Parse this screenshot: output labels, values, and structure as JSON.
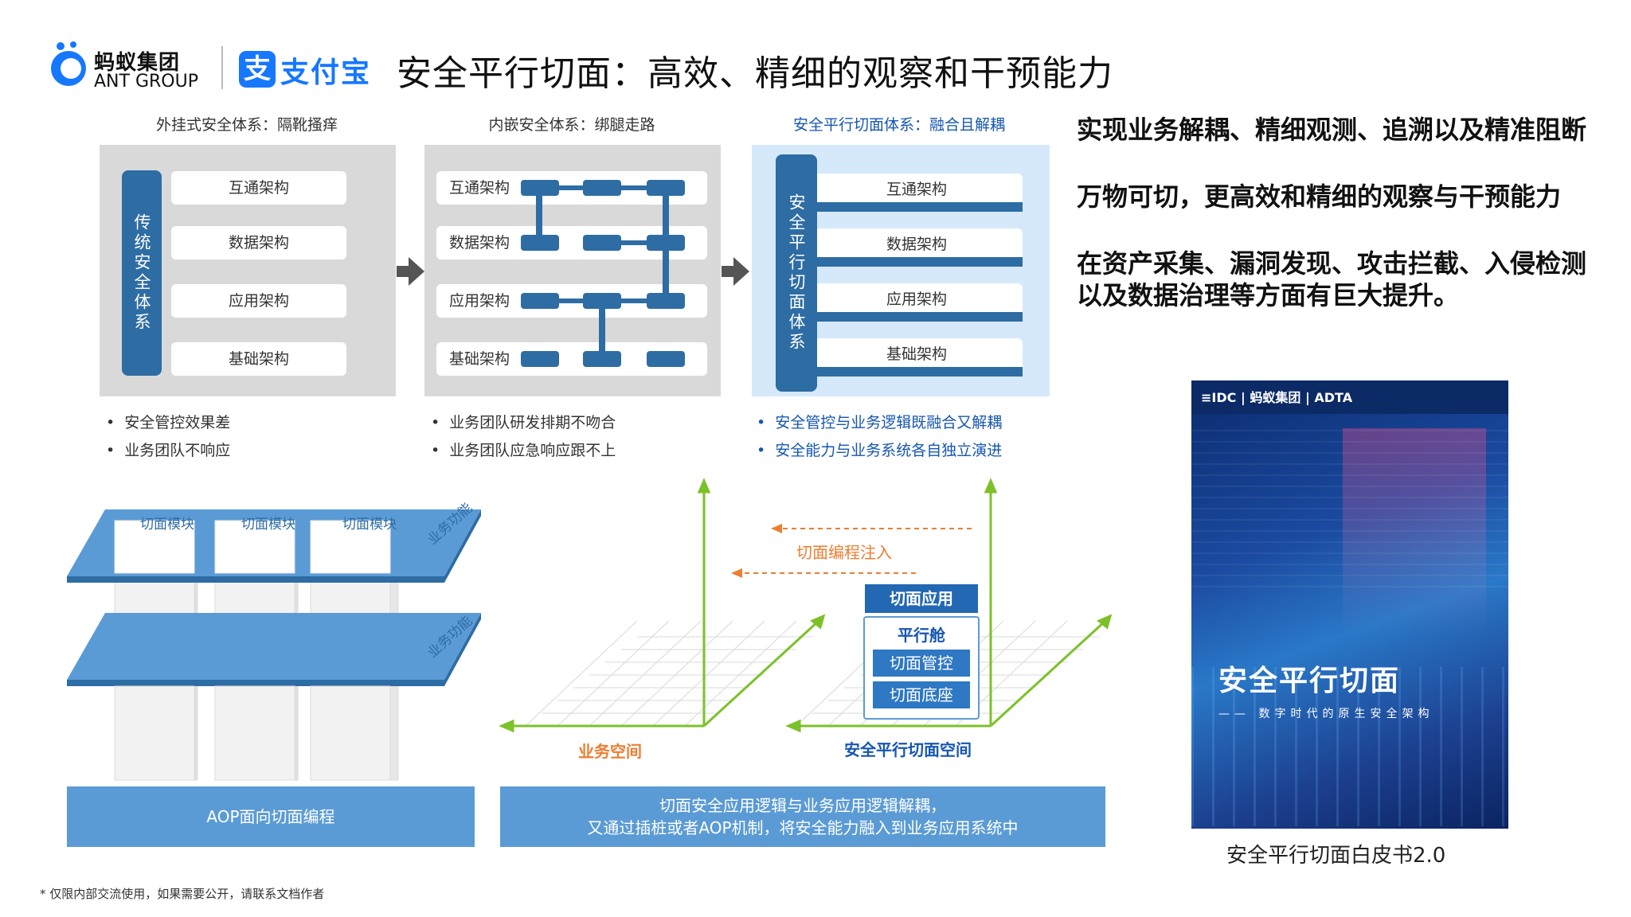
{
  "header": {
    "ant_cn": "蚂蚁集团",
    "ant_en": "ANT GROUP",
    "alipay_icon": "支",
    "alipay_text": "支付宝",
    "title": "安全平行切面：高效、精细的观察和干预能力"
  },
  "columns": [
    {
      "title": "外挂式安全体系：隔靴搔痒",
      "side_label": "传统安全体系",
      "layers": [
        "互通架构",
        "数据架构",
        "应用架构",
        "基础架构"
      ],
      "bullets": [
        "安全管控效果差",
        "业务团队不响应"
      ]
    },
    {
      "title": "内嵌安全体系：绑腿走路",
      "layers": [
        "互通架构",
        "数据架构",
        "应用架构",
        "基础架构"
      ],
      "bullets": [
        "业务团队研发排期不吻合",
        "业务团队应急响应跟不上"
      ]
    },
    {
      "title": "安全平行切面体系：融合且解耦",
      "side_label": "安全平行切面体系",
      "layers": [
        "互通架构",
        "数据架构",
        "应用架构",
        "基础架构"
      ],
      "bullets": [
        "安全管控与业务逻辑既融合又解耦",
        "安全能力与业务系统各自独立演进"
      ]
    }
  ],
  "right": {
    "line1": "实现业务解耦、精细观测、追溯以及精准阻断",
    "line2": "万物可切，更高效和精细的观察与干预能力",
    "line3": "在资产采集、漏洞发现、攻击拦截、入侵检测",
    "line4": "以及数据治理等方面有巨大提升。"
  },
  "aop": {
    "modules": [
      "切面模块",
      "切面模块",
      "切面模块"
    ],
    "plate_label": "业务功能",
    "plate_label2": "业务功能",
    "box": "AOP面向切面编程"
  },
  "space": {
    "injection": "切面编程注入",
    "app": "切面应用",
    "cabin": "平行舱",
    "control": "切面管控",
    "base": "切面底座",
    "business_space": "业务空间",
    "parallel_space": "安全平行切面空间",
    "box_line1": "切面安全应用逻辑与业务应用逻辑解耦，",
    "box_line2": "又通过插桩或者AOP机制，将安全能力融入到业务应用系统中"
  },
  "cover": {
    "logos": "≡IDC | 蚂蚁集团 | ADTA",
    "title": "安全平行切面",
    "subtitle": "—— 数字时代的原生安全架构",
    "caption": "安全平行切面白皮书2.0"
  },
  "footnote": "* 仅限内部交流使用，如果需要公开，请联系文档作者",
  "colors": {
    "primary": "#2e6ca4",
    "accent_blue": "#1656b0",
    "orange": "#ed7d31",
    "green": "#7cc12a",
    "box_blue": "#5b9bd5"
  }
}
